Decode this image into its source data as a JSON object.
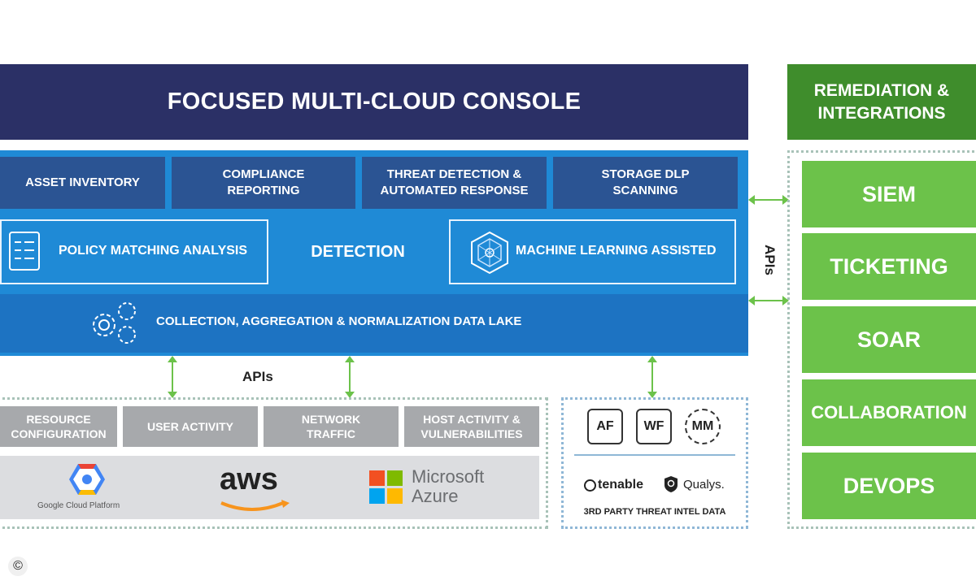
{
  "console": {
    "title": "FOCUSED MULTI-CLOUD CONSOLE"
  },
  "capabilities": [
    {
      "label": "ASSET INVENTORY"
    },
    {
      "label": "COMPLIANCE REPORTING"
    },
    {
      "label": "THREAT DETECTION & AUTOMATED RESPONSE"
    },
    {
      "label": "STORAGE DLP SCANNING"
    }
  ],
  "detection": {
    "label": "DETECTION",
    "left": "POLICY MATCHING ANALYSIS",
    "right": "MACHINE LEARNING ASSISTED"
  },
  "data_lake": {
    "label": "COLLECTION, AGGREGATION & NORMALIZATION DATA LAKE"
  },
  "apis": {
    "bottom": "APIs",
    "right": "APIs"
  },
  "sources": [
    {
      "label": "RESOURCE CONFIGURATION"
    },
    {
      "label": "USER ACTIVITY"
    },
    {
      "label": "NETWORK TRAFFIC"
    },
    {
      "label": "HOST ACTIVITY & VULNERABILITIES"
    }
  ],
  "clouds": {
    "google": "Google Cloud Platform",
    "aws": "aws",
    "azure_line1": "Microsoft",
    "azure_line2": "Azure"
  },
  "threat_intel": {
    "badges": [
      "AF",
      "WF",
      "MM"
    ],
    "vendors": [
      "tenable",
      "Qualys."
    ],
    "caption": "3RD PARTY THREAT INTEL DATA"
  },
  "remediation": {
    "title": "REMEDIATION & INTEGRATIONS",
    "items": [
      "SIEM",
      "TICKETING",
      "SOAR",
      "COLLABORATION",
      "DEVOPS"
    ]
  },
  "footer": {
    "copyright": "©"
  },
  "colors": {
    "console_navy": "#2b3066",
    "detection_blue": "#1f8ad6",
    "capability_blue": "#2b5493",
    "remediation_green": "#3f8d2c",
    "item_green": "#6cc24a",
    "source_gray": "#a7a9ac"
  }
}
